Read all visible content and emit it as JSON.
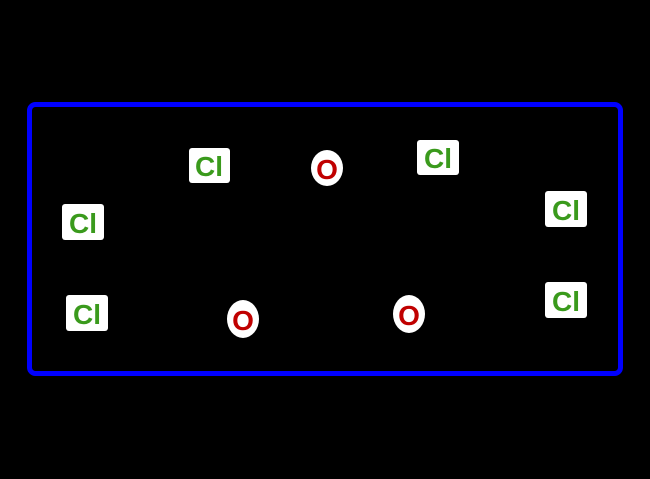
{
  "colors": {
    "background": "#000000",
    "frame": "#0000FF",
    "chlorine": "#3A9A1C",
    "oxygen": "#C00000",
    "label_bg": "#FFFFFF"
  },
  "atoms": [
    {
      "element": "Cl"
    },
    {
      "element": "O"
    },
    {
      "element": "Cl"
    },
    {
      "element": "Cl"
    },
    {
      "element": "Cl"
    },
    {
      "element": "Cl"
    },
    {
      "element": "O"
    },
    {
      "element": "O"
    },
    {
      "element": "Cl"
    }
  ]
}
